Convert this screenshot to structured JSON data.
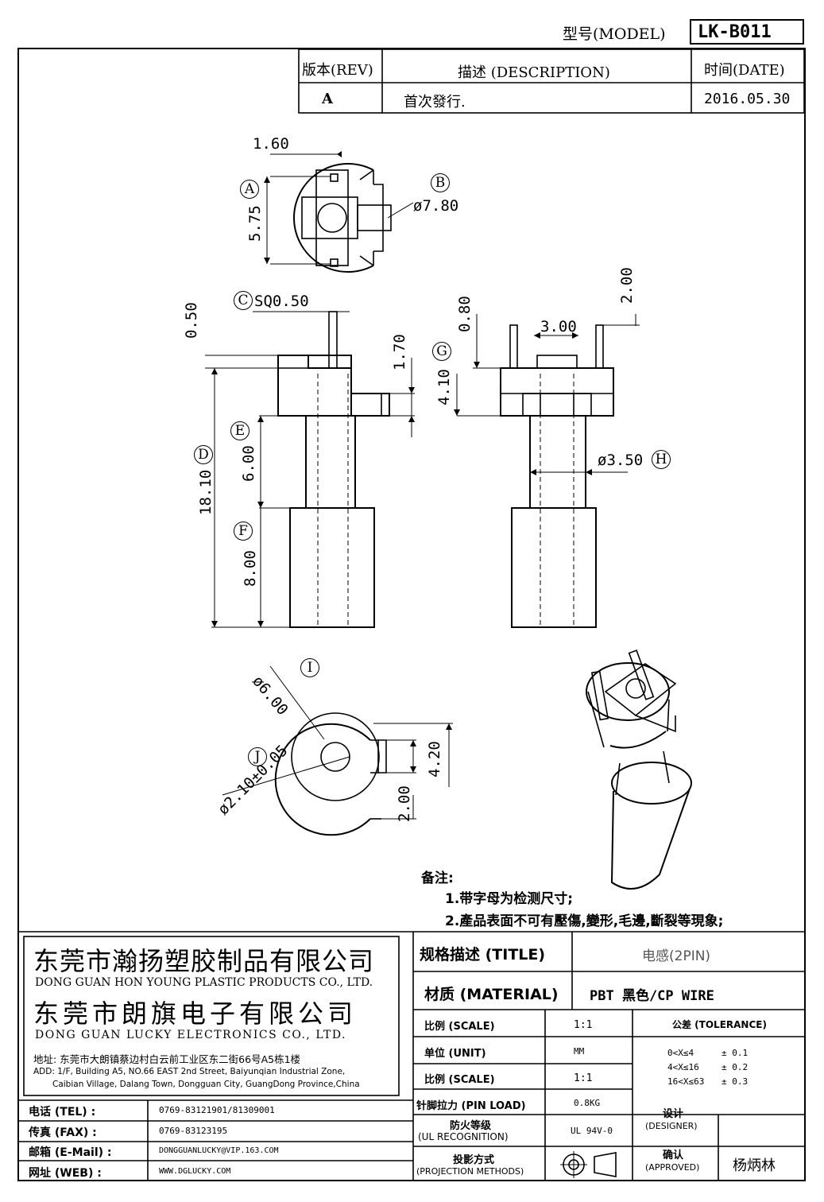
{
  "header": {
    "model_label": "型号(MODEL)",
    "model_value": "LK-B011"
  },
  "revision_table": {
    "col_rev": "版本(REV)",
    "col_desc": "描述 (DESCRIPTION)",
    "col_date": "时间(DATE)",
    "rows": [
      {
        "rev": "A",
        "desc": "首次發行.",
        "date": "2016.05.30"
      }
    ]
  },
  "dimensions": {
    "top_width": "1.60",
    "top_height": "5.75",
    "top_dia": "ø7.80",
    "pin_sq": "SQ0.50",
    "d050": "0.50",
    "d170": "1.70",
    "d600": "6.00",
    "d1810": "18.10",
    "d800": "8.00",
    "d080": "0.80",
    "d200_top": "2.00",
    "d300": "3.00",
    "d410": "4.10",
    "d350": "ø3.50",
    "d_600_bottom": "ø6.00",
    "d420": "4.20",
    "d200_bottom": "2.00",
    "d210": "ø2.10±0.05"
  },
  "markers": [
    "A",
    "B",
    "C",
    "D",
    "E",
    "F",
    "G",
    "H",
    "I",
    "J"
  ],
  "notes": {
    "title": "备注:",
    "items": [
      "1.带字母为检测尺寸;",
      "2.產品表面不可有壓傷,變形,毛邊,斷裂等現象;"
    ]
  },
  "company": {
    "name_cn_1": "东莞市瀚扬塑胶制品有限公司",
    "name_en_1": "DONG GUAN HON YOUNG PLASTIC PRODUCTS CO., LTD.",
    "name_cn_2": "东莞市朗旗电子有限公司",
    "name_en_2": "DONG GUAN LUCKY ELECTRONICS CO., LTD.",
    "address_cn": "地址: 东莞市大朗镇蔡边村白云前工业区东二街66号A5栋1楼",
    "address_en_1": "ADD: 1/F, Building A5, NO.66 EAST 2nd Street, Baiyunqian Industrial Zone,",
    "address_en_2": "Caibian Village, Dalang Town, Dongguan City, GuangDong Province,China"
  },
  "contact": [
    {
      "label": "电话 (TEL) :",
      "value": "0769-83121901/81309001"
    },
    {
      "label": "传真 (FAX) :",
      "value": "0769-83123195"
    },
    {
      "label": "邮箱 (E-Mail) :",
      "value": "DONGGUANLUCKY@VIP.163.COM"
    },
    {
      "label": "网址 (WEB) :",
      "value": "WWW.DGLUCKY.COM"
    }
  ],
  "title_block": {
    "title_label": "规格描述 (TITLE)",
    "title_value": "电感(2PIN)",
    "material_label": "材质 (MATERIAL)",
    "material_value": "PBT 黑色/CP WIRE",
    "scale_label": "比例 (SCALE)",
    "scale_value": "1:1",
    "unit_label": "单位 (UNIT)",
    "unit_value": "MM",
    "scale2_label": "比例 (SCALE)",
    "scale2_value": "1:1",
    "pinload_label": "针脚拉力 (PIN LOAD)",
    "pinload_value": "0.8KG",
    "ul_label_1": "防火等级",
    "ul_label_2": "(UL RECOGNITION)",
    "ul_value": "UL 94V-0",
    "proj_label_1": "投影方式",
    "proj_label_2": "(PROJECTION METHODS)",
    "tolerance_label": "公差 (TOLERANCE)",
    "tolerances": [
      {
        "range": "0<X≤4",
        "tol": "± 0.1"
      },
      {
        "range": "4<X≤16",
        "tol": "± 0.2"
      },
      {
        "range": "16<X≤63",
        "tol": "± 0.3"
      }
    ],
    "designer_label_1": "设计",
    "designer_label_2": "(DESIGNER)",
    "approved_label_1": "确认",
    "approved_label_2": "(APPROVED)",
    "approved_value": "杨炳林"
  }
}
